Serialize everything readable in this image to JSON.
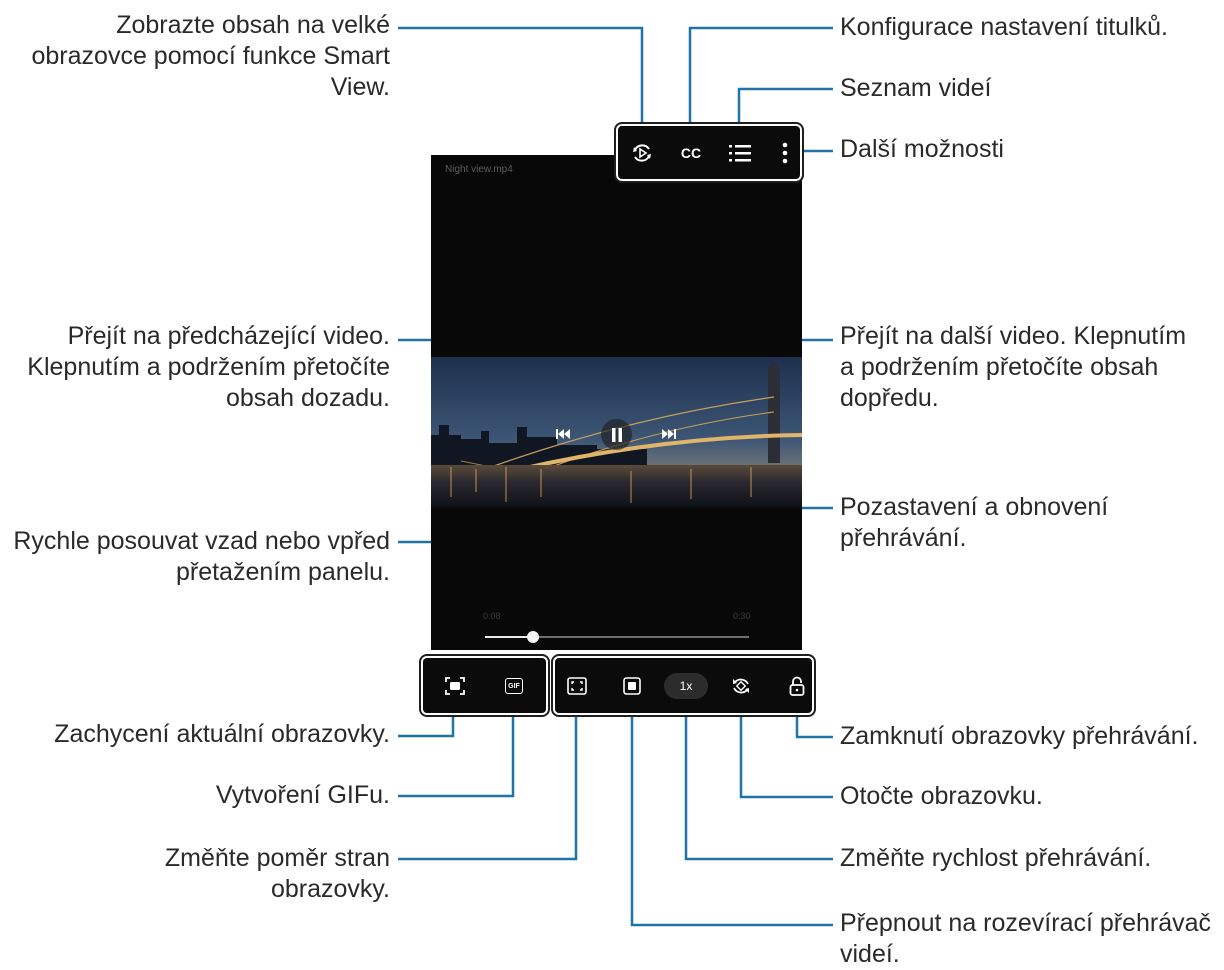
{
  "player": {
    "file_title": "Night view.mp4",
    "time_elapsed": "0:08",
    "time_total": "0:30",
    "playback_progress": 0.18,
    "speed_label": "1x",
    "gif_label": "GIF",
    "cc_label": "CC"
  },
  "annotations": {
    "smart_view": [
      "Zobrazte obsah na velké",
      "obrazovce pomocí funkce Smart",
      "View."
    ],
    "subtitles": [
      "Konfigurace nastavení titulků."
    ],
    "video_list": [
      "Seznam videí"
    ],
    "more_options": [
      "Další možnosti"
    ],
    "previous_video": [
      "Přejít na předcházející video.",
      "Klepnutím a podržením přetočíte",
      "obsah dozadu."
    ],
    "next_video": [
      "Přejít na další video. Klepnutím",
      "a podržením přetočíte obsah",
      "dopředu."
    ],
    "pause_resume": [
      "Pozastavení a obnovení",
      "přehrávání."
    ],
    "seek_bar": [
      "Rychle posouvat vzad nebo vpřed",
      "přetažením panelu."
    ],
    "capture_screen": [
      "Zachycení aktuální obrazovky."
    ],
    "create_gif": [
      "Vytvoření GIFu."
    ],
    "aspect_ratio": [
      "Změňte poměr stran",
      "obrazovky."
    ],
    "lock_screen": [
      "Zamknutí obrazovky přehrávání."
    ],
    "rotate_screen": [
      "Otočte obrazovku."
    ],
    "playback_speed": [
      "Změňte rychlost přehrávání."
    ],
    "popup_player": [
      "Přepnout na rozevírací přehrávač",
      "videí."
    ]
  },
  "colors": {
    "leader_line": "#1f74a6",
    "screen_background": "#080808",
    "toolbar_background": "#0b0b0b"
  },
  "icons": {
    "smart_view": "smart-view-icon",
    "subtitles": "cc-icon",
    "video_list": "list-icon",
    "more_options": "more-vertical-icon",
    "previous": "skip-previous-icon",
    "pause": "pause-icon",
    "next": "skip-next-icon",
    "capture": "screenshot-icon",
    "gif": "gif-icon",
    "aspect_ratio": "aspect-ratio-icon",
    "popup": "popup-player-icon",
    "rotate": "rotate-icon",
    "lock": "lock-icon"
  }
}
